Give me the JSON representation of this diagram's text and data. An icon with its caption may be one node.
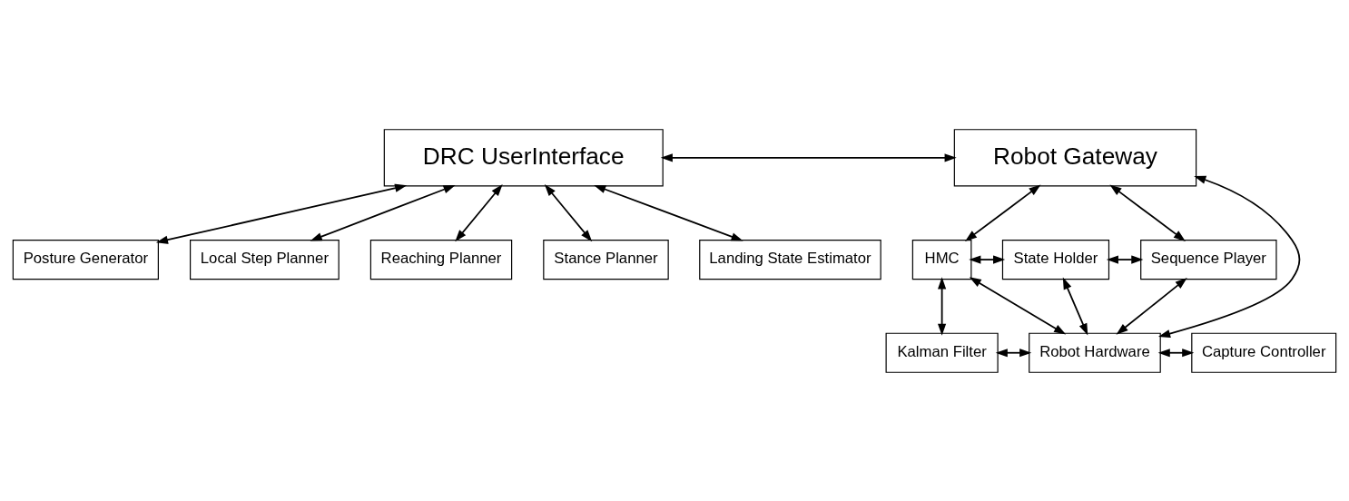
{
  "diagram": {
    "nodes": [
      {
        "text": [
          "DRC UserInterface"
        ]
      },
      {
        "text": [
          "Robot Gateway"
        ]
      },
      {
        "text": [
          "Posture Generator"
        ]
      },
      {
        "text": [
          "Local Step Planner"
        ]
      },
      {
        "text": [
          "HMC"
        ]
      },
      {
        "text": [
          "State Holder"
        ]
      },
      {
        "text": [
          "Sequence Player"
        ]
      },
      {
        "text": [
          "Reaching Planner"
        ]
      },
      {
        "text": [
          "Stance Planner"
        ]
      },
      {
        "text": [
          "Landing State Estimator"
        ]
      },
      {
        "text": [
          "Kalman Filter"
        ]
      },
      {
        "text": [
          "Robot Hardware"
        ]
      },
      {
        "text": [
          "Capture Controller"
        ]
      }
    ],
    "edges": [
      {
        "from": 0,
        "to": 1,
        "arrow": "both"
      },
      {
        "from": 0,
        "to": 2,
        "arrow": "both"
      },
      {
        "from": 0,
        "to": 7,
        "arrow": "both"
      },
      {
        "from": 0,
        "to": 8,
        "arrow": "both"
      },
      {
        "from": 0,
        "to": 9,
        "arrow": "both"
      },
      {
        "from": 0,
        "to": 3,
        "arrow": "both"
      },
      {
        "from": 1,
        "to": 4,
        "arrow": "both"
      },
      {
        "from": 1,
        "to": 6,
        "arrow": "both"
      },
      {
        "from": 1,
        "to": 11,
        "arrow": "both"
      },
      {
        "from": 4,
        "to": 5,
        "arrow": "both"
      },
      {
        "from": 5,
        "to": 6,
        "arrow": "both"
      },
      {
        "from": 4,
        "to": 10,
        "arrow": "both"
      },
      {
        "from": 4,
        "to": 11,
        "arrow": "both"
      },
      {
        "from": 10,
        "to": 11,
        "arrow": "both"
      },
      {
        "from": 11,
        "to": 12,
        "arrow": "both"
      },
      {
        "from": 5,
        "to": 11,
        "arrow": "both"
      },
      {
        "from": 6,
        "to": 11,
        "arrow": "both"
      }
    ]
  }
}
